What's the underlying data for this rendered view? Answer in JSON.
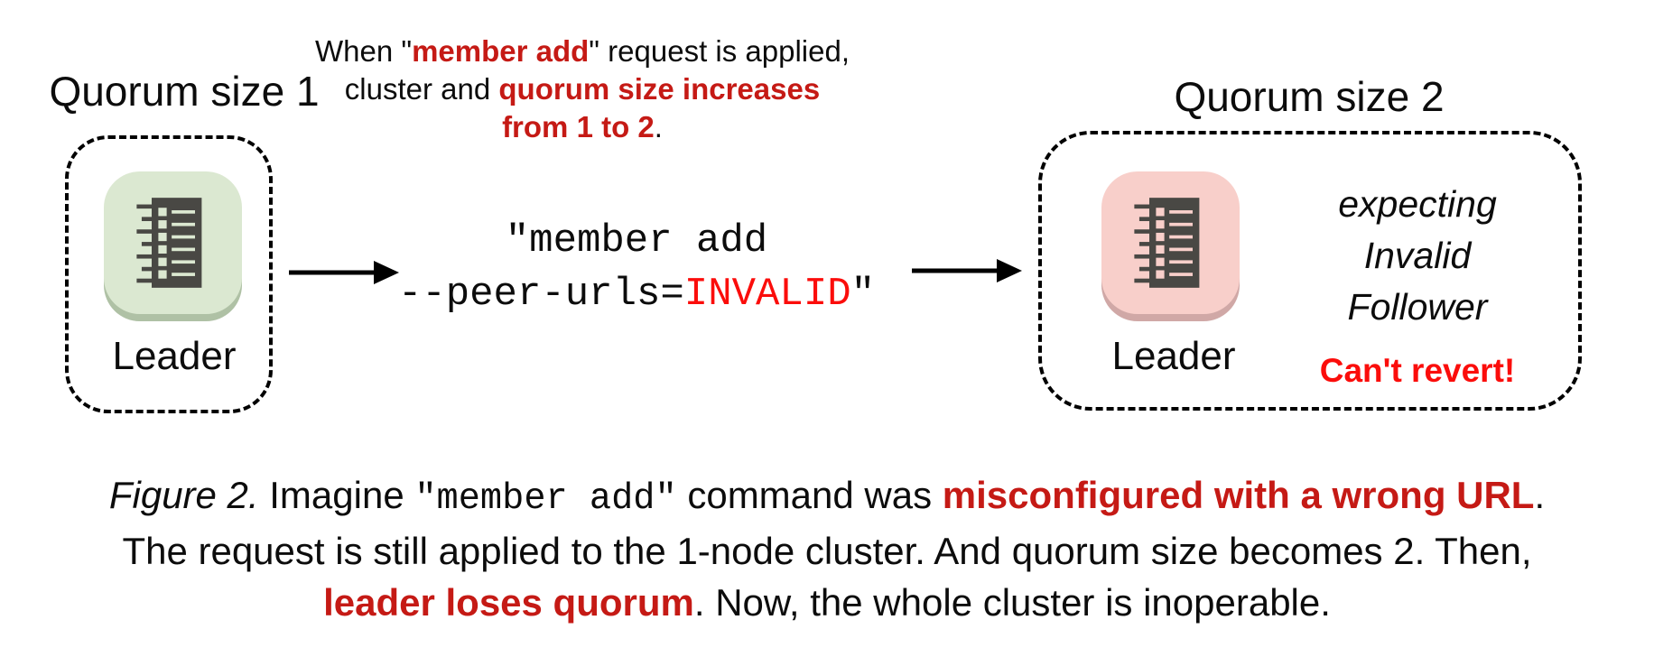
{
  "colors": {
    "accent_red": "#c51a15",
    "bright_red": "#fb0d0b",
    "node_green": "#dbe8d1",
    "node_green_rim": "#afc1a5",
    "node_pink": "#f8cfca",
    "node_pink_rim": "#d0a8a6",
    "icon_dark": "#494844"
  },
  "left_cluster": {
    "title": "Quorum size 1",
    "node_label": "Leader"
  },
  "right_cluster": {
    "title": "Quorum size 2",
    "node_label": "Leader",
    "expectation_lines": [
      [
        {
          "t": "expecting"
        }
      ],
      [
        {
          "t": "Invalid"
        }
      ],
      [
        {
          "t": "Follower"
        }
      ]
    ],
    "warning": "Can't revert!"
  },
  "top_note": {
    "lines": [
      [
        {
          "t": "When \""
        },
        {
          "t": "member add",
          "b": true,
          "red": true
        },
        {
          "t": "\" request is applied,"
        }
      ],
      [
        {
          "t": "cluster and "
        },
        {
          "t": "quorum size increases",
          "b": true,
          "red": true
        }
      ],
      [
        {
          "t": "from 1 to 2",
          "b": true,
          "red": true
        },
        {
          "t": "."
        }
      ]
    ]
  },
  "command": {
    "lines": [
      [
        {
          "t": "\"member add"
        }
      ],
      [
        {
          "t": "--peer-urls="
        },
        {
          "t": "INVALID",
          "bright": true
        },
        {
          "t": "\""
        }
      ]
    ]
  },
  "caption": {
    "lines": [
      [
        {
          "t": "Figure 2.",
          "i": true
        },
        {
          "t": " Imagine "
        },
        {
          "t": "\"member add\"",
          "mono": true
        },
        {
          "t": " command was "
        },
        {
          "t": "misconfigured with a wrong URL",
          "b": true,
          "red": true
        },
        {
          "t": "."
        }
      ],
      [
        {
          "t": "The request is still applied to the 1-node cluster. And quorum size becomes 2. Then,"
        }
      ],
      [
        {
          "t": "leader loses quorum",
          "b": true,
          "red": true
        },
        {
          "t": ". Now, the whole cluster is inoperable."
        }
      ]
    ]
  }
}
